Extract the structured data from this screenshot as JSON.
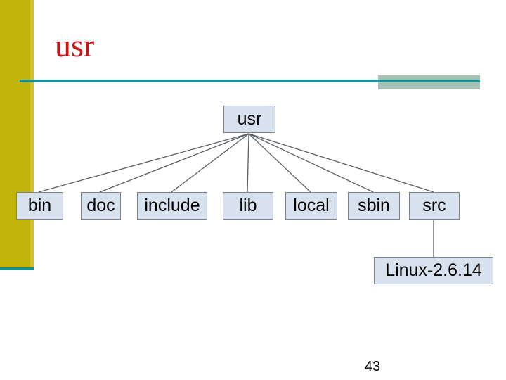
{
  "slide": {
    "title": "usr",
    "page_number": "43"
  },
  "diagram": {
    "root": "usr",
    "children": [
      "bin",
      "doc",
      "include",
      "lib",
      "local",
      "sbin",
      "src"
    ],
    "src_child": "Linux-2.6.14"
  },
  "colors": {
    "title_red": "#cc1414",
    "accent_bar_yellow": "#c3b40b",
    "rule_teal": "#1a8f8f",
    "rule_sage": "#a9c0b4",
    "node_fill": "#d8e1ee",
    "node_border": "#7b828e"
  }
}
